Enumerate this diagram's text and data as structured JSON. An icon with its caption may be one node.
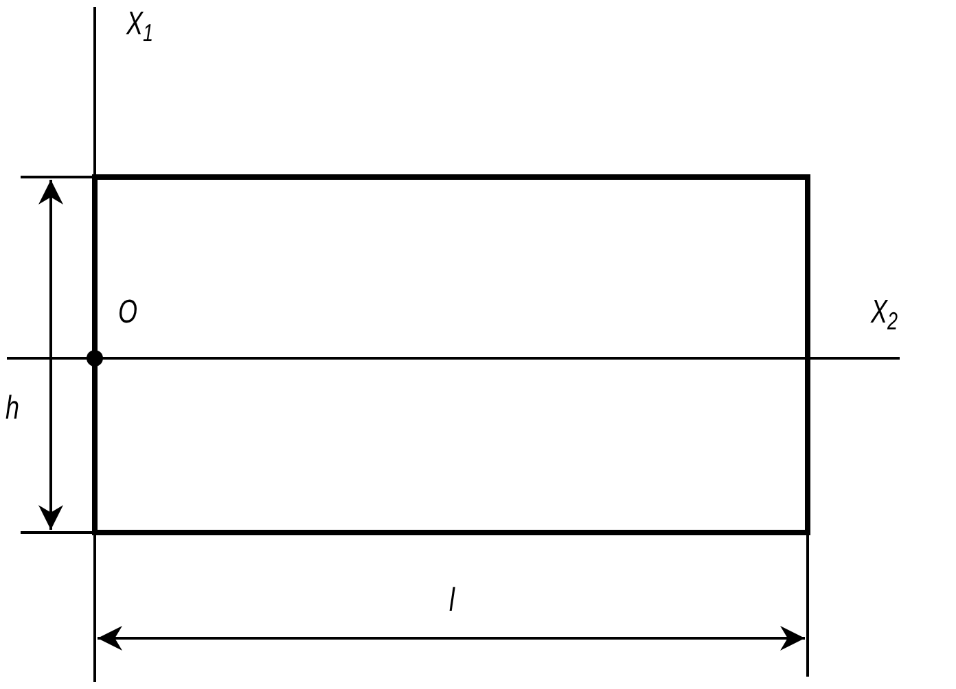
{
  "diagram": {
    "labels": [
      "X$_{1}$",
      "O",
      "X$_{2}$",
      "h",
      "l"
    ]
  }
}
